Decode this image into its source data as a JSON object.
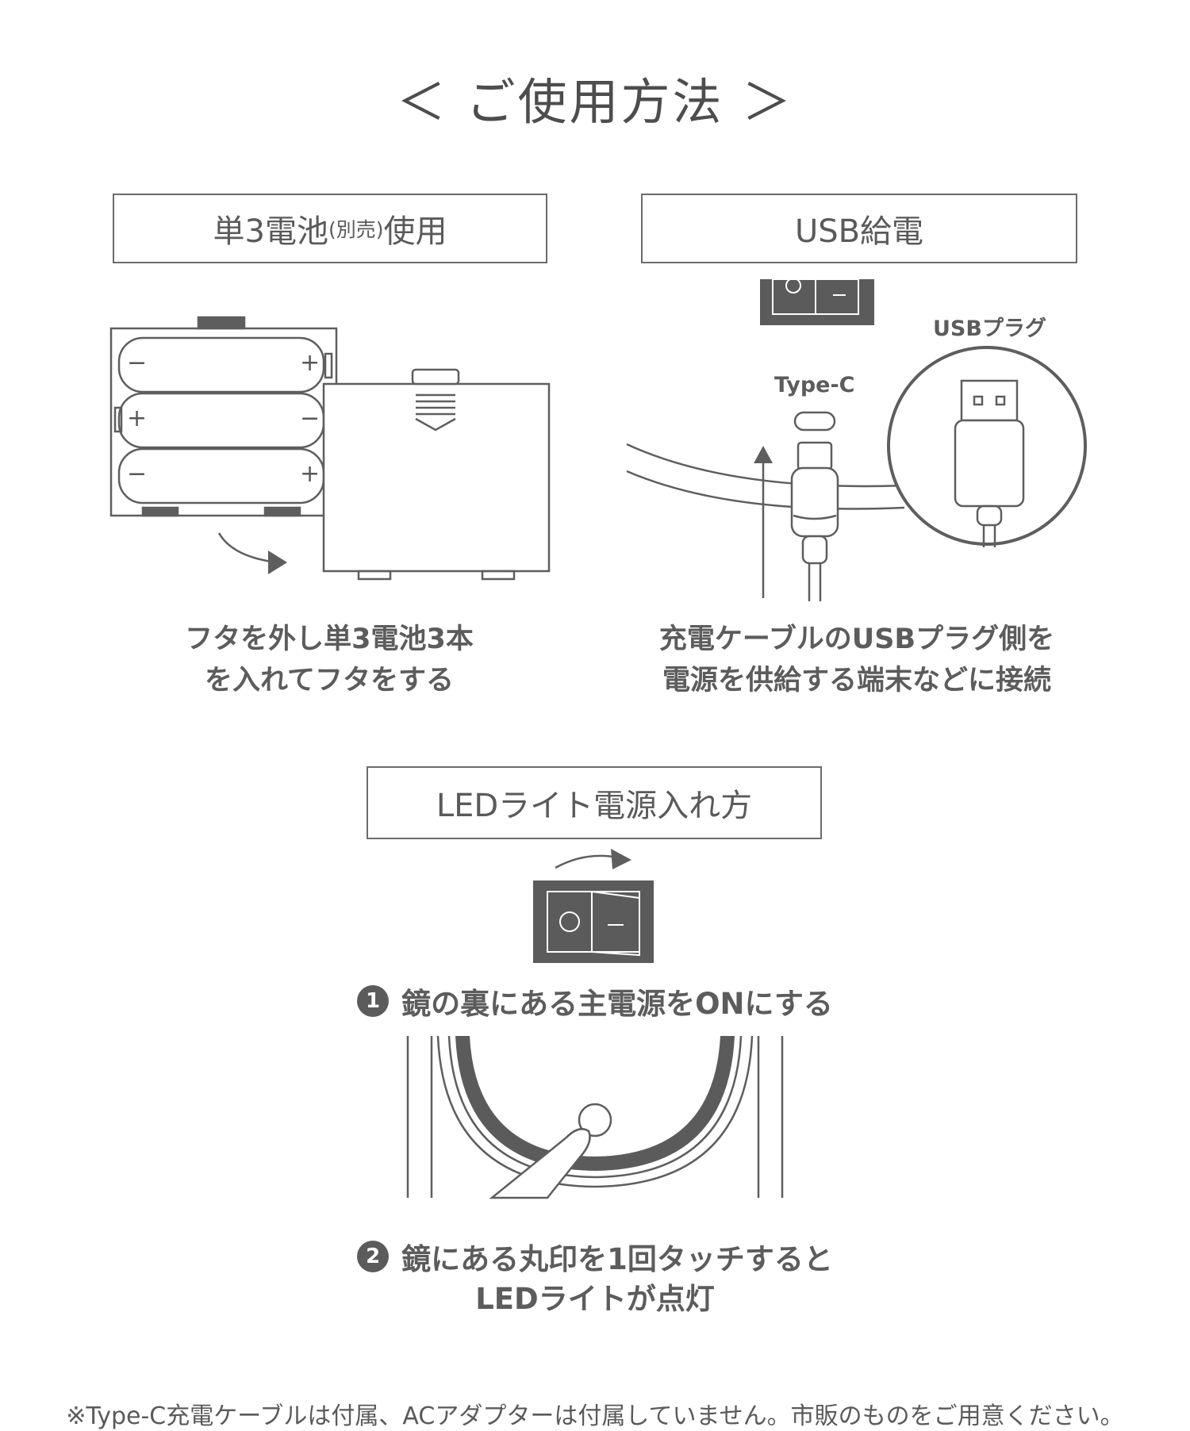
{
  "title": "＜ ご使用方法 ＞",
  "battery": {
    "label_main": "単3電池",
    "label_note": "(別売)",
    "label_suffix": "使用",
    "caption_line1": "フタを外し単3電池3本",
    "caption_line2": "を入れてフタをする",
    "plus_sign": "+",
    "minus_sign": "−"
  },
  "usb": {
    "label": "USB給電",
    "plug_label": "USBプラグ",
    "typec_label": "Type-C",
    "caption_line1": "充電ケーブルのUSBプラグ側を",
    "caption_line2": "電源を供給する端末などに接続"
  },
  "led": {
    "label": "LEDライト電源入れ方",
    "step1_number": "1",
    "step1_text": "鏡の裏にある主電源をONにする",
    "step2_number": "2",
    "step2_line1": "鏡にある丸印を1回タッチすると",
    "step2_line2": "LEDライトが点灯"
  },
  "footnote": "※Type-C充電ケーブルは付属、ACアダプターは付属していません。市販のものをご用意ください。",
  "colors": {
    "line": "#5e5e5e",
    "switch_fill": "#5b5b5b",
    "text": "#5c5c5c"
  }
}
